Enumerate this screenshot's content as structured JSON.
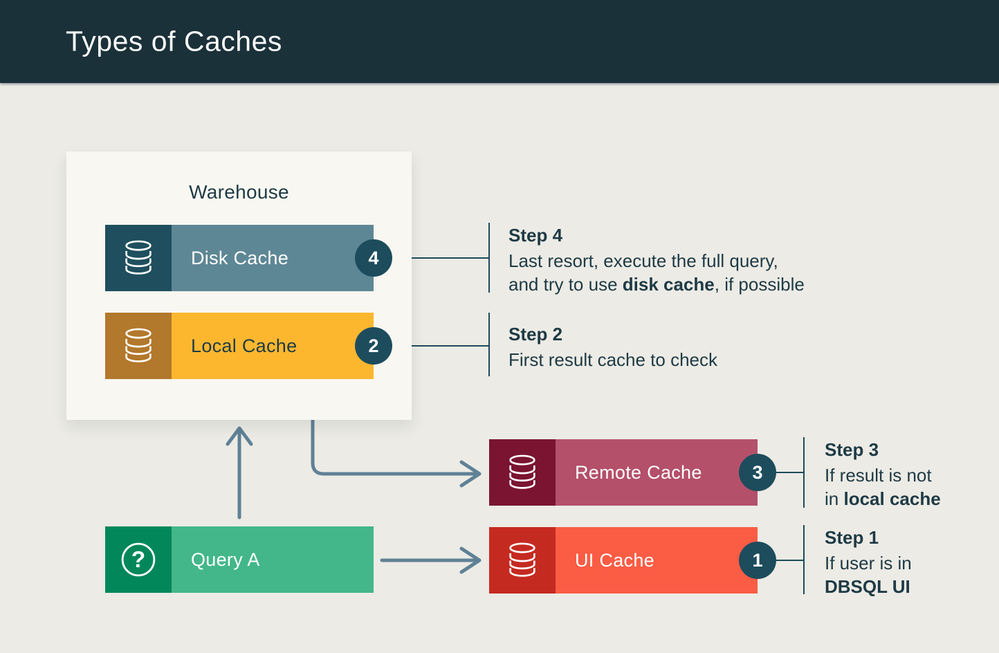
{
  "header": {
    "title": "Types of Caches"
  },
  "warehouse": {
    "label": "Warehouse"
  },
  "nodes": {
    "disk": {
      "label": "Disk Cache",
      "badge": "4",
      "icon": "database-icon"
    },
    "local": {
      "label": "Local Cache",
      "badge": "2",
      "icon": "database-icon"
    },
    "query": {
      "label": "Query A",
      "icon": "question-mark-icon"
    },
    "remote": {
      "label": "Remote Cache",
      "badge": "3",
      "icon": "database-icon"
    },
    "ui": {
      "label": "UI Cache",
      "badge": "1",
      "icon": "database-icon"
    }
  },
  "steps": {
    "step4": {
      "title": "Step 4",
      "lines": [
        [
          {
            "t": "Last resort, execute the full query,"
          }
        ],
        [
          {
            "t": "and try to use "
          },
          {
            "t": "disk cache",
            "b": true
          },
          {
            "t": ", if possible"
          }
        ]
      ]
    },
    "step2": {
      "title": "Step 2",
      "lines": [
        [
          {
            "t": "First result cache to check"
          }
        ]
      ]
    },
    "step3": {
      "title": "Step 3",
      "lines": [
        [
          {
            "t": "If result is not"
          }
        ],
        [
          {
            "t": "in "
          },
          {
            "t": "local cache",
            "b": true
          }
        ]
      ]
    },
    "step1": {
      "title": "Step 1",
      "lines": [
        [
          {
            "t": "If user is in"
          }
        ],
        [
          {
            "t": "DBSQL UI",
            "b": true
          }
        ]
      ]
    }
  },
  "colors": {
    "header_bg": "#1b3139",
    "page_bg": "#ecebe5",
    "card_bg": "#f8f7f1",
    "arrow": "#5f8196",
    "connector": "#1d4a5a",
    "badge_bg": "#1d4c5d",
    "text_dark": "#1e3a45",
    "disk": {
      "icon_bg": "#1f4f5e",
      "bar_bg": "#5e8795",
      "label_color": "#ffffff"
    },
    "local": {
      "icon_bg": "#b2782b",
      "bar_bg": "#fcb72f",
      "label_color": "#1e3a45"
    },
    "query": {
      "icon_bg": "#02875b",
      "bar_bg": "#43b78a",
      "label_color": "#ffffff"
    },
    "remote": {
      "icon_bg": "#7a1431",
      "bar_bg": "#b4506a",
      "label_color": "#ffffff"
    },
    "ui": {
      "icon_bg": "#c52a21",
      "bar_bg": "#fa5c44",
      "label_color": "#ffffff"
    }
  }
}
